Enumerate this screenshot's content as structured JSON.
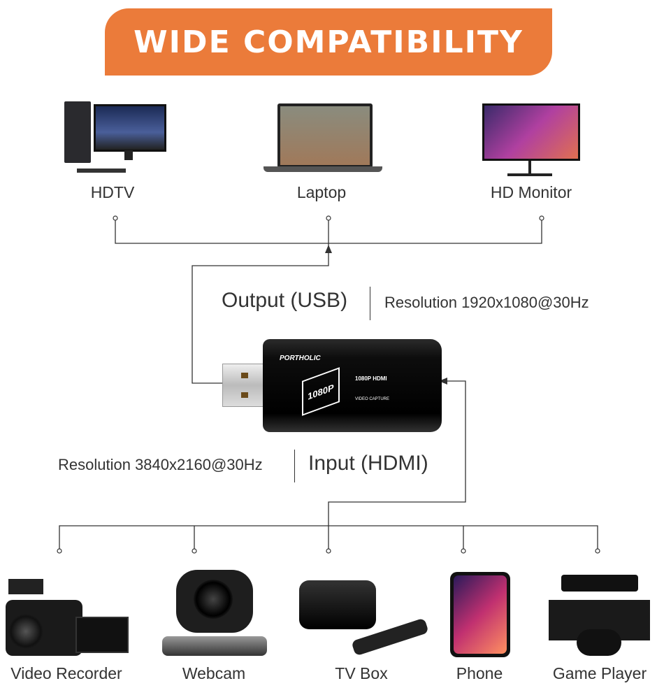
{
  "banner": {
    "title": "WIDE COMPATIBILITY",
    "color": "#EB7B3A"
  },
  "outputs": [
    {
      "label": "HDTV",
      "icon": "desktop-pc-icon"
    },
    {
      "label": "Laptop",
      "icon": "laptop-icon"
    },
    {
      "label": "HD Monitor",
      "icon": "monitor-icon"
    }
  ],
  "output": {
    "title": "Output (USB)",
    "resolution": "Resolution 1920x1080@30Hz"
  },
  "device": {
    "brand": "PORTHOLIC",
    "model": "1080P HDMI",
    "subtitle": "VIDEO CAPTURE",
    "badge": "1080P"
  },
  "input": {
    "title": "Input (HDMI)",
    "resolution": "Resolution 3840x2160@30Hz"
  },
  "inputs": [
    {
      "label": "Video Recorder",
      "icon": "camcorder-icon"
    },
    {
      "label": "Webcam",
      "icon": "webcam-icon"
    },
    {
      "label": "TV Box",
      "icon": "tv-box-icon"
    },
    {
      "label": "Phone",
      "icon": "phone-icon"
    },
    {
      "label": "Game Player",
      "icon": "game-console-icon"
    }
  ]
}
